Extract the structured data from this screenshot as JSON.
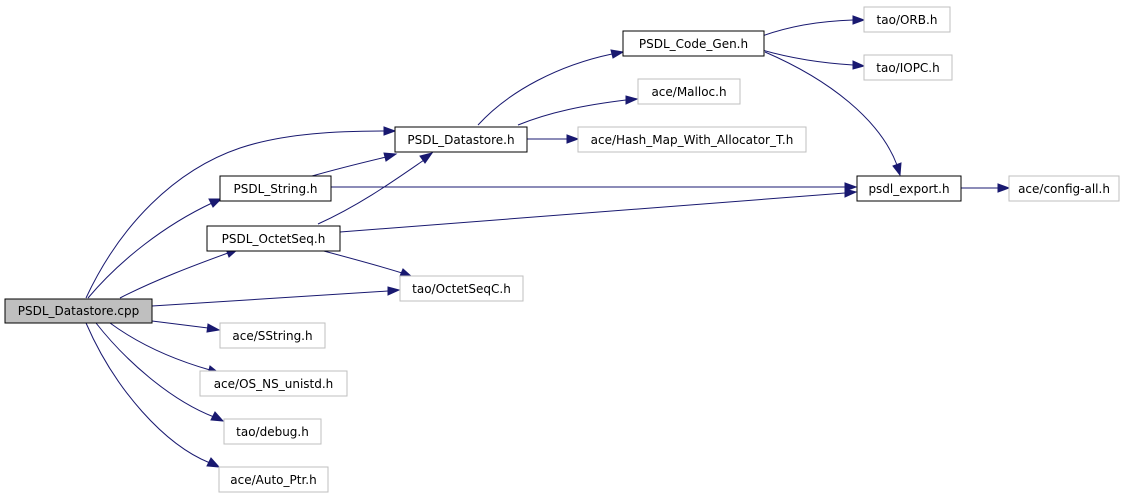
{
  "nodes": {
    "psdl_datastore_cpp": {
      "label": "PSDL_Datastore.cpp",
      "fill": "#bfbfbf",
      "stroke": "#000000"
    },
    "psdl_datastore_h": {
      "label": "PSDL_Datastore.h",
      "fill": "#ffffff",
      "stroke": "#000000"
    },
    "psdl_code_gen_h": {
      "label": "PSDL_Code_Gen.h",
      "fill": "#ffffff",
      "stroke": "#000000"
    },
    "tao_orb_h": {
      "label": "tao/ORB.h",
      "fill": "#ffffff",
      "stroke": "#bfbfbf"
    },
    "tao_iopc_h": {
      "label": "tao/IOPC.h",
      "fill": "#ffffff",
      "stroke": "#bfbfbf"
    },
    "psdl_export_h": {
      "label": "psdl_export.h",
      "fill": "#ffffff",
      "stroke": "#000000"
    },
    "ace_config_all_h": {
      "label": "ace/config-all.h",
      "fill": "#ffffff",
      "stroke": "#bfbfbf"
    },
    "ace_malloc_h": {
      "label": "ace/Malloc.h",
      "fill": "#ffffff",
      "stroke": "#bfbfbf"
    },
    "ace_hash_map_h": {
      "label": "ace/Hash_Map_With_Allocator_T.h",
      "fill": "#ffffff",
      "stroke": "#bfbfbf"
    },
    "psdl_string_h": {
      "label": "PSDL_String.h",
      "fill": "#ffffff",
      "stroke": "#000000"
    },
    "psdl_octetseq_h": {
      "label": "PSDL_OctetSeq.h",
      "fill": "#ffffff",
      "stroke": "#000000"
    },
    "tao_octetseqc_h": {
      "label": "tao/OctetSeqC.h",
      "fill": "#ffffff",
      "stroke": "#bfbfbf"
    },
    "ace_sstring_h": {
      "label": "ace/SString.h",
      "fill": "#ffffff",
      "stroke": "#bfbfbf"
    },
    "ace_os_ns_unistd_h": {
      "label": "ace/OS_NS_unistd.h",
      "fill": "#ffffff",
      "stroke": "#bfbfbf"
    },
    "tao_debug_h": {
      "label": "tao/debug.h",
      "fill": "#ffffff",
      "stroke": "#bfbfbf"
    },
    "ace_auto_ptr_h": {
      "label": "ace/Auto_Ptr.h",
      "fill": "#ffffff",
      "stroke": "#bfbfbf"
    }
  },
  "edges": [
    {
      "from": "psdl_datastore_cpp",
      "to": "psdl_datastore_h"
    },
    {
      "from": "psdl_datastore_cpp",
      "to": "psdl_string_h"
    },
    {
      "from": "psdl_datastore_cpp",
      "to": "psdl_octetseq_h"
    },
    {
      "from": "psdl_datastore_cpp",
      "to": "tao_octetseqc_h"
    },
    {
      "from": "psdl_datastore_cpp",
      "to": "ace_sstring_h"
    },
    {
      "from": "psdl_datastore_cpp",
      "to": "ace_os_ns_unistd_h"
    },
    {
      "from": "psdl_datastore_cpp",
      "to": "tao_debug_h"
    },
    {
      "from": "psdl_datastore_cpp",
      "to": "ace_auto_ptr_h"
    },
    {
      "from": "psdl_datastore_h",
      "to": "psdl_code_gen_h"
    },
    {
      "from": "psdl_datastore_h",
      "to": "ace_malloc_h"
    },
    {
      "from": "psdl_datastore_h",
      "to": "ace_hash_map_h"
    },
    {
      "from": "psdl_code_gen_h",
      "to": "tao_orb_h"
    },
    {
      "from": "psdl_code_gen_h",
      "to": "tao_iopc_h"
    },
    {
      "from": "psdl_code_gen_h",
      "to": "psdl_export_h"
    },
    {
      "from": "psdl_export_h",
      "to": "ace_config_all_h"
    },
    {
      "from": "psdl_string_h",
      "to": "psdl_datastore_h"
    },
    {
      "from": "psdl_string_h",
      "to": "psdl_export_h"
    },
    {
      "from": "psdl_octetseq_h",
      "to": "psdl_datastore_h"
    },
    {
      "from": "psdl_octetseq_h",
      "to": "psdl_export_h"
    },
    {
      "from": "psdl_octetseq_h",
      "to": "tao_octetseqc_h"
    }
  ],
  "colors": {
    "edge": "#191970"
  }
}
